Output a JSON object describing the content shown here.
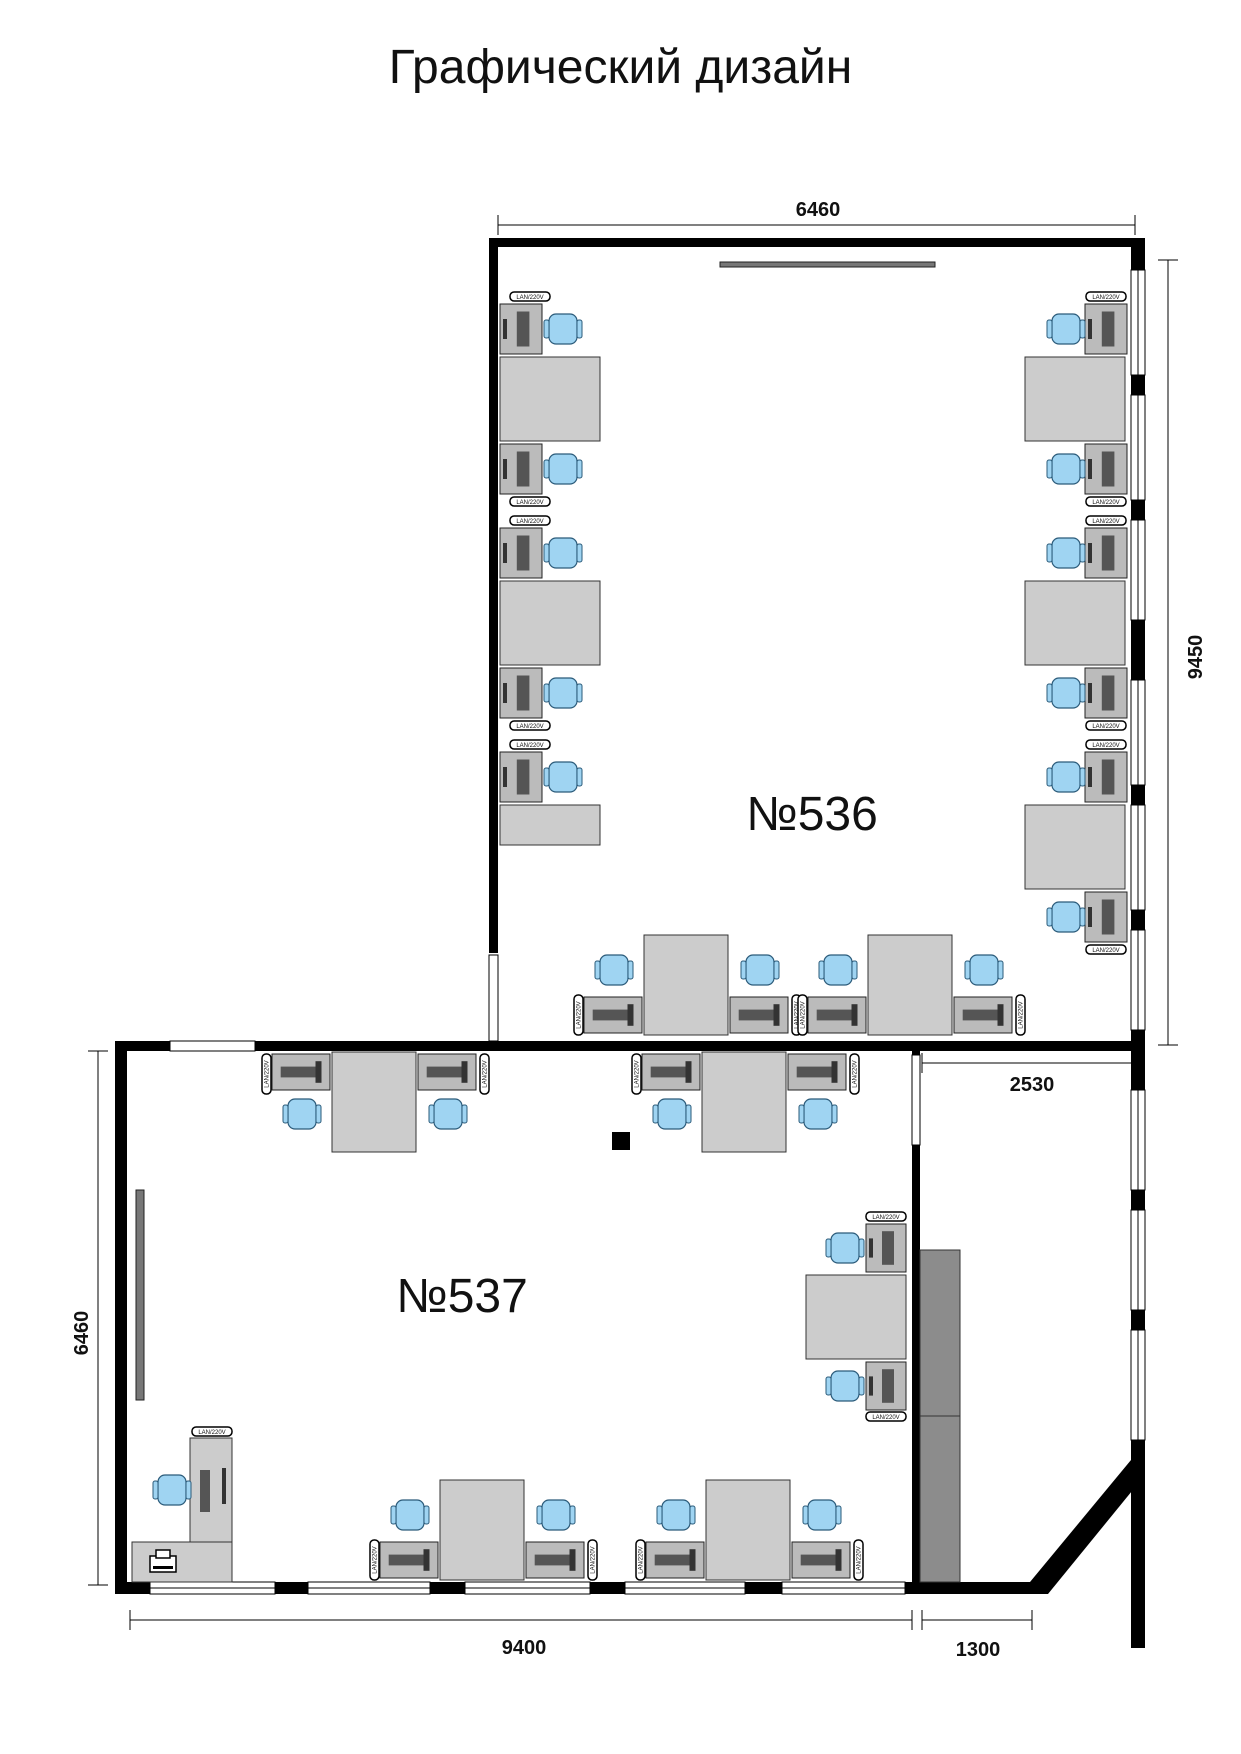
{
  "title": "Графический дизайн",
  "rooms": {
    "upper": "№536",
    "lower": "№537"
  },
  "dimensions": {
    "upper_width": "6460",
    "upper_height": "9450",
    "corridor_width": "2530",
    "lower_height": "6460",
    "lower_width": "9400",
    "corner_width": "1300"
  },
  "outlet_label": "LAN/220V",
  "colors": {
    "wall": "#000000",
    "desk": "#cccccc",
    "chair": "#9fd4f2",
    "cabinet": "#8c8c8c",
    "monitor": "#555555"
  }
}
